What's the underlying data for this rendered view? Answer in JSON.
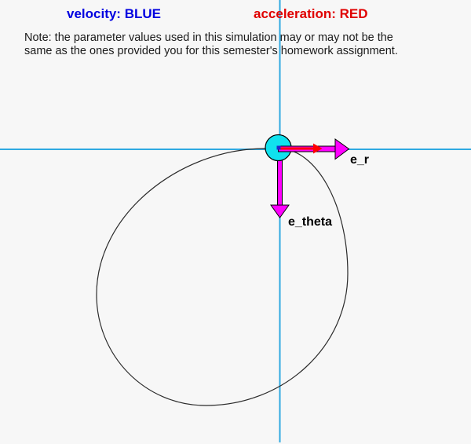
{
  "legend": {
    "velocity": "velocity: BLUE",
    "acceleration": "acceleration: RED"
  },
  "note": {
    "line1": "Note: the parameter values used in this simulation may or may not be the",
    "line2": "same as the ones provided you for this semester's homework assignment."
  },
  "vector_labels": {
    "e_r": "e_r",
    "e_theta": "e_theta"
  },
  "colors": {
    "background": "#f7f7f7",
    "crosshair_blue": "#2fa9e1",
    "orbit_black": "#2b2b2b",
    "particle_cyan": "#10e2ee",
    "unit_vector_magenta": "#ff00ff",
    "acceleration_red": "#ff0000",
    "velocity_blue": "#2323cc",
    "legend_velocity_blue": "#0000e0",
    "legend_acceleration_red": "#e00000"
  }
}
